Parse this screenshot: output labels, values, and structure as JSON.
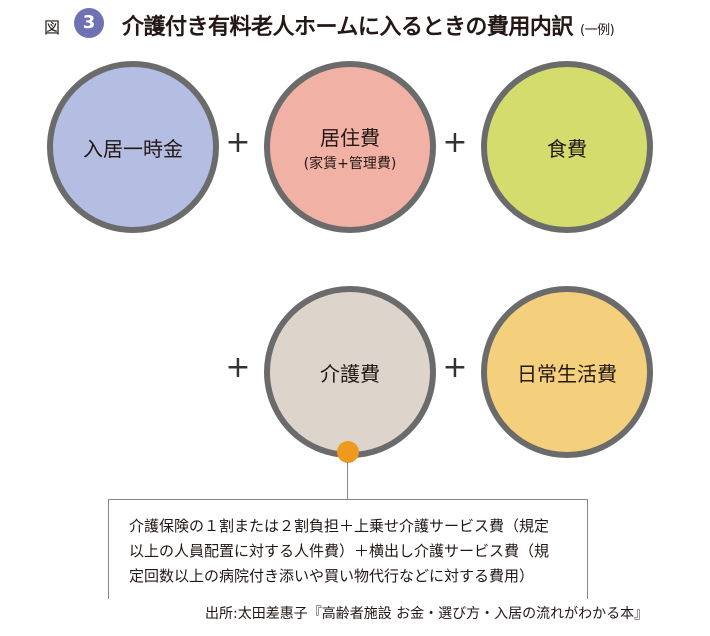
{
  "header": {
    "fig_label": "図",
    "number": "3",
    "title": "介護付き有料老人ホームに入るときの費用内訳",
    "title_note": "(一例)"
  },
  "circles": [
    {
      "label": "入居一時金",
      "sub": "",
      "color": "#b4bde2"
    },
    {
      "label": "居住費",
      "sub": "(家賃+管理費)",
      "color": "#f1b1a4"
    },
    {
      "label": "食費",
      "sub": "",
      "color": "#d3dc6c"
    },
    {
      "label": "介護費",
      "sub": "",
      "color": "#ddd5cc"
    },
    {
      "label": "日常生活費",
      "sub": "",
      "color": "#f5d07c"
    }
  ],
  "plus": "+",
  "note_lines": [
    "介護保険の１割または２割負担＋上乗せ介護サービス費（規定",
    "以上の人員配置に対する人件費）＋横出し介護サービス費（規",
    "定回数以上の病院付き添いや買い物代行などに対する費用）"
  ],
  "source": "出所:太田差惠子『高齢者施設 お金・選び方・入居の流れがわかる本』"
}
